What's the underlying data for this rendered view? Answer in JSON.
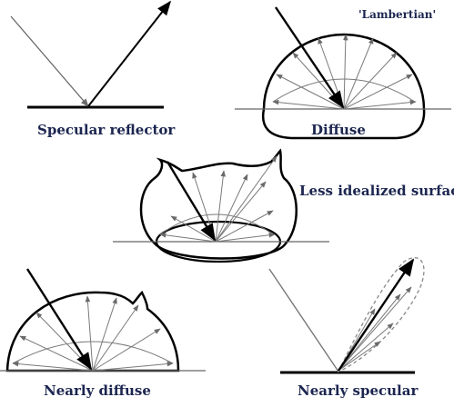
{
  "title_label": "'Lambertian'",
  "panels": {
    "specular": {
      "label": "Specular reflector"
    },
    "diffuse": {
      "label": "Diffuse"
    },
    "less_idealized": {
      "label": "Less idealized surface"
    },
    "nearly_diffuse": {
      "label": "Nearly diffuse"
    },
    "nearly_specular": {
      "label": "Nearly specular"
    }
  },
  "colors": {
    "label_text": "#1c2650",
    "ray": "#7a7a7a",
    "outline": "#000000"
  }
}
